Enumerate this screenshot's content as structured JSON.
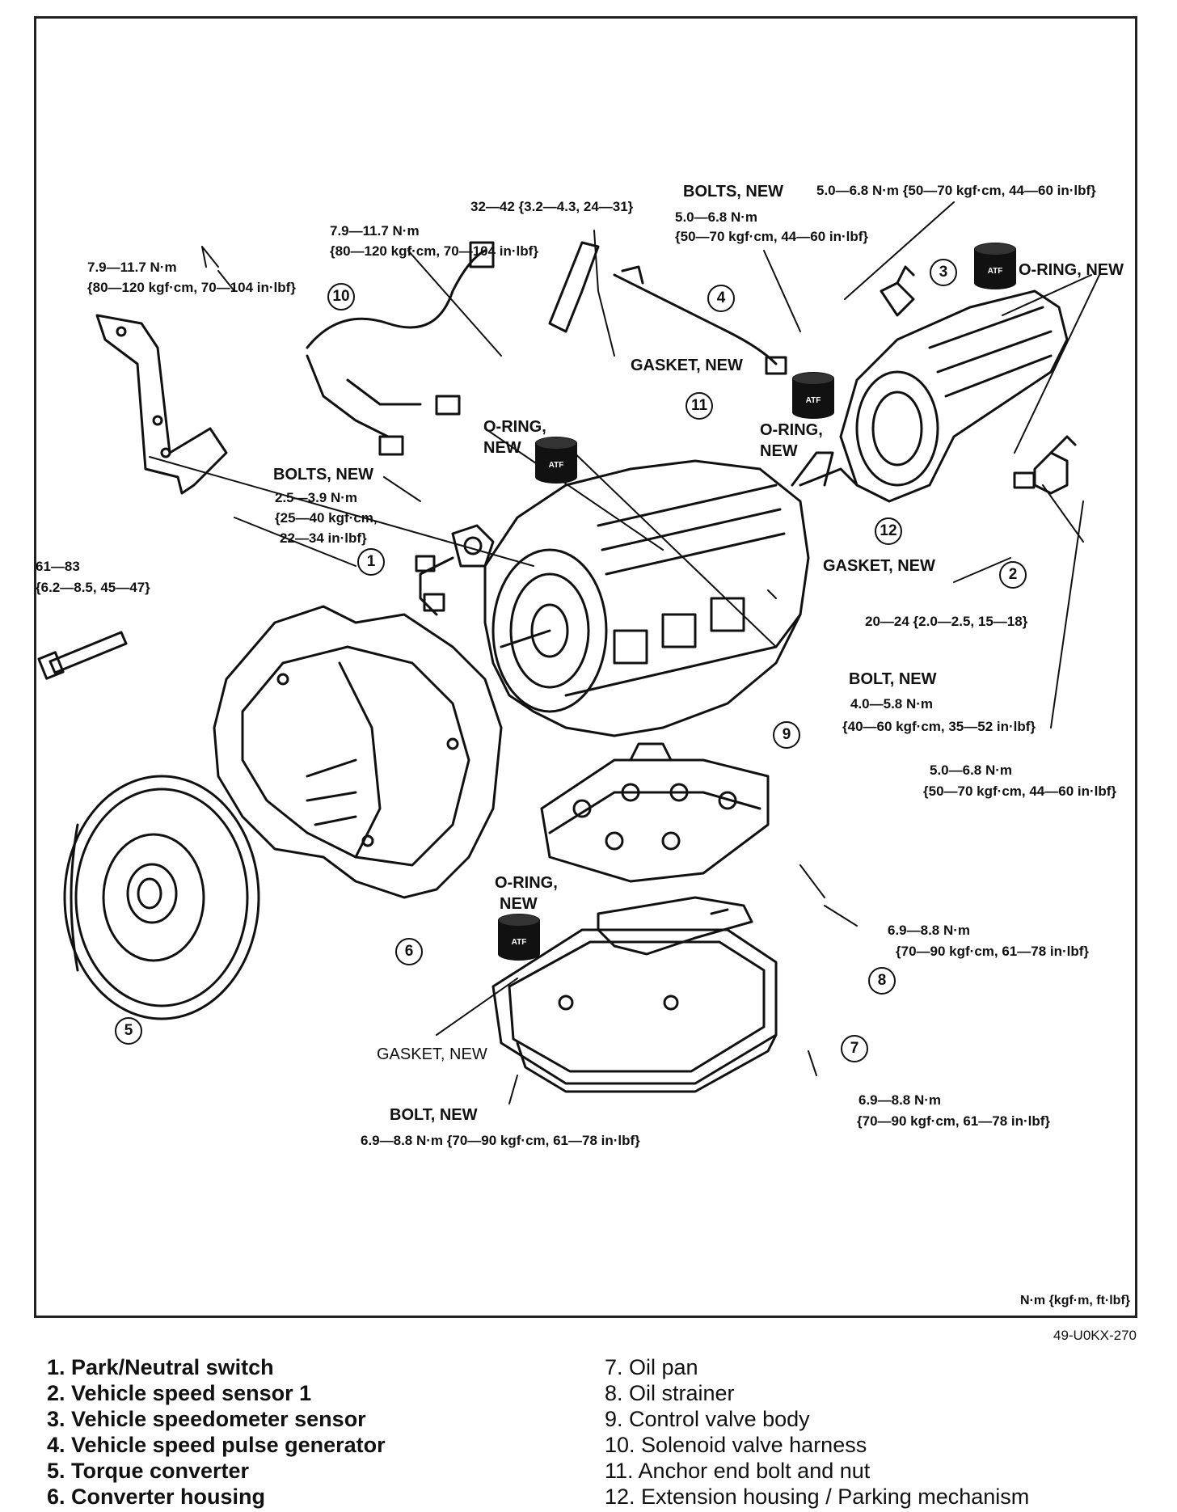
{
  "labels": {
    "torque_top_center": "32—42 {3.2—4.3, 24—31}",
    "bolts_new_top": "BOLTS, NEW",
    "bolts_new_top_torque1": "5.0—6.8 N·m",
    "bolts_new_top_torque2": "{50—70 kgf·cm, 44—60 in·lbf}",
    "torque_top_right": "5.0—6.8 N·m {50—70 kgf·cm, 44—60 in·lbf}",
    "harness_torque1": "7.9—11.7 N·m",
    "harness_torque2": "{80—120 kgf·cm, 70—104 in·lbf}",
    "bracket_torque1": "7.9—11.7 N·m",
    "bracket_torque2": "{80—120 kgf·cm, 70—104 in·lbf}",
    "oring_new_top_right": "O-RING, NEW",
    "gasket_new_top": "GASKET, NEW",
    "oring_new_mid_right_1": "O-RING,",
    "oring_new_mid_right_2": "NEW",
    "oring_new_mid_left_1": "O-RING,",
    "oring_new_mid_left_2": "NEW",
    "bolts_new_left": "BOLTS, NEW",
    "bolts_new_left_torque1": "2.5—3.9 N·m",
    "bolts_new_left_torque2": "{25—40 kgf·cm,",
    "bolts_new_left_torque3": "22—34 in·lbf}",
    "housing_torque1": "61—83",
    "housing_torque2": "{6.2—8.5, 45—47}",
    "gasket_new_right": "GASKET, NEW",
    "torque_ext": "20—24 {2.0—2.5, 15—18}",
    "bolt_new_mid": "BOLT, NEW",
    "bolt_new_mid_torque1": "4.0—5.8 N·m",
    "bolt_new_mid_torque2": "{40—60 kgf·cm, 35—52 in·lbf}",
    "right_torque1": "5.0—6.8 N·m",
    "right_torque2": "{50—70 kgf·cm, 44—60 in·lbf}",
    "oring_new_lower_1": "O-RING,",
    "oring_new_lower_2": "NEW",
    "valve_torque1": "6.9—8.8 N·m",
    "valve_torque2": "{70—90 kgf·cm, 61—78 in·lbf}",
    "pan_torque1": "6.9—8.8 N·m",
    "pan_torque2": "{70—90 kgf·cm, 61—78 in·lbf}",
    "gasket_new_pan": "GASKET, NEW",
    "bolt_new_bottom": "BOLT, NEW",
    "bolt_new_bottom_torque": "6.9—8.8 N·m {70—90 kgf·cm, 61—78 in·lbf}",
    "atf": "ATF"
  },
  "callouts": [
    "1",
    "2",
    "3",
    "4",
    "5",
    "6",
    "7",
    "8",
    "9",
    "10",
    "11",
    "12"
  ],
  "unit_label": "N·m {kgf·m, ft·lbf}",
  "figure_id": "49-U0KX-270",
  "legend_left": [
    "1. Park/Neutral switch",
    "2. Vehicle speed sensor 1",
    "3. Vehicle speedometer sensor",
    "4. Vehicle speed pulse generator",
    "5. Torque converter",
    "6. Converter housing"
  ],
  "legend_right": [
    "7. Oil pan",
    "8. Oil strainer",
    "9. Control valve body",
    "10. Solenoid valve harness",
    "11. Anchor end bolt and nut",
    "12. Extension housing / Parking mechanism"
  ]
}
